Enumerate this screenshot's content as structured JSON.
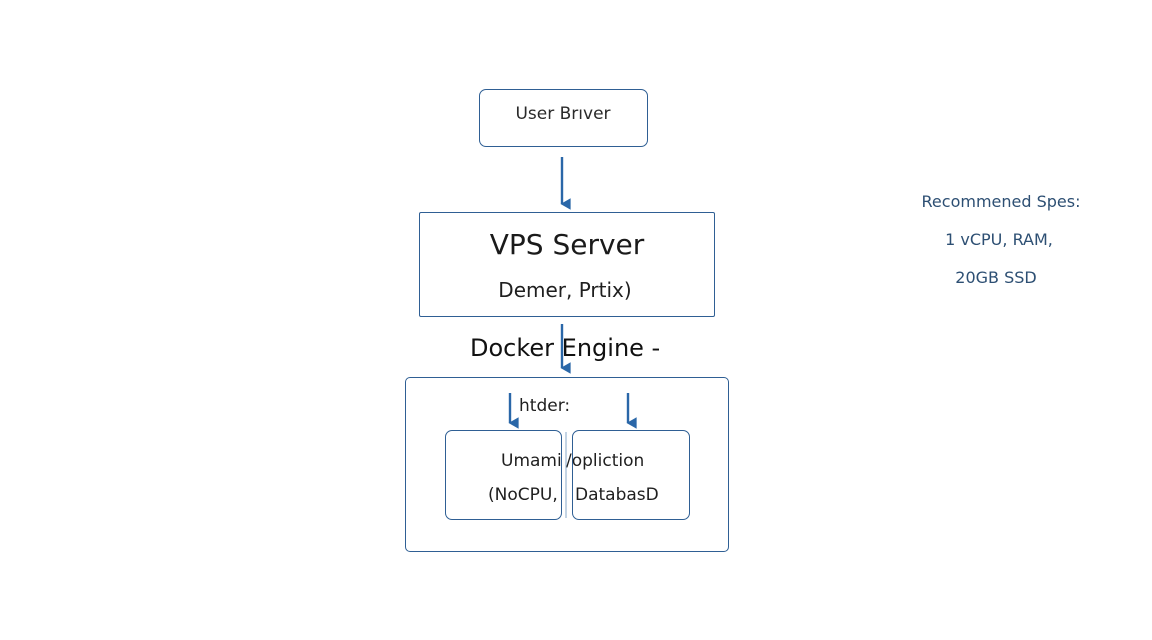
{
  "user_box": {
    "label": "User Brıver"
  },
  "vps_box": {
    "title": "VPS Server",
    "subtitle": "Demer, Prtix)"
  },
  "docker": {
    "label": "Docker Engine -"
  },
  "container": {
    "label": "htder:",
    "app_box": {
      "line1": "Umami",
      "line2": "(NoCPU,"
    },
    "db_box": {
      "line1": "/opliction",
      "line2": "DatabasD"
    }
  },
  "specs": {
    "heading": "Recommened Spes:",
    "line1": "1 vCPU, RAM,",
    "line2": "20GB SSD"
  },
  "colors": {
    "border": "#2f5f94",
    "arrow": "#2a67a8",
    "spec_text": "#2d4f73"
  }
}
